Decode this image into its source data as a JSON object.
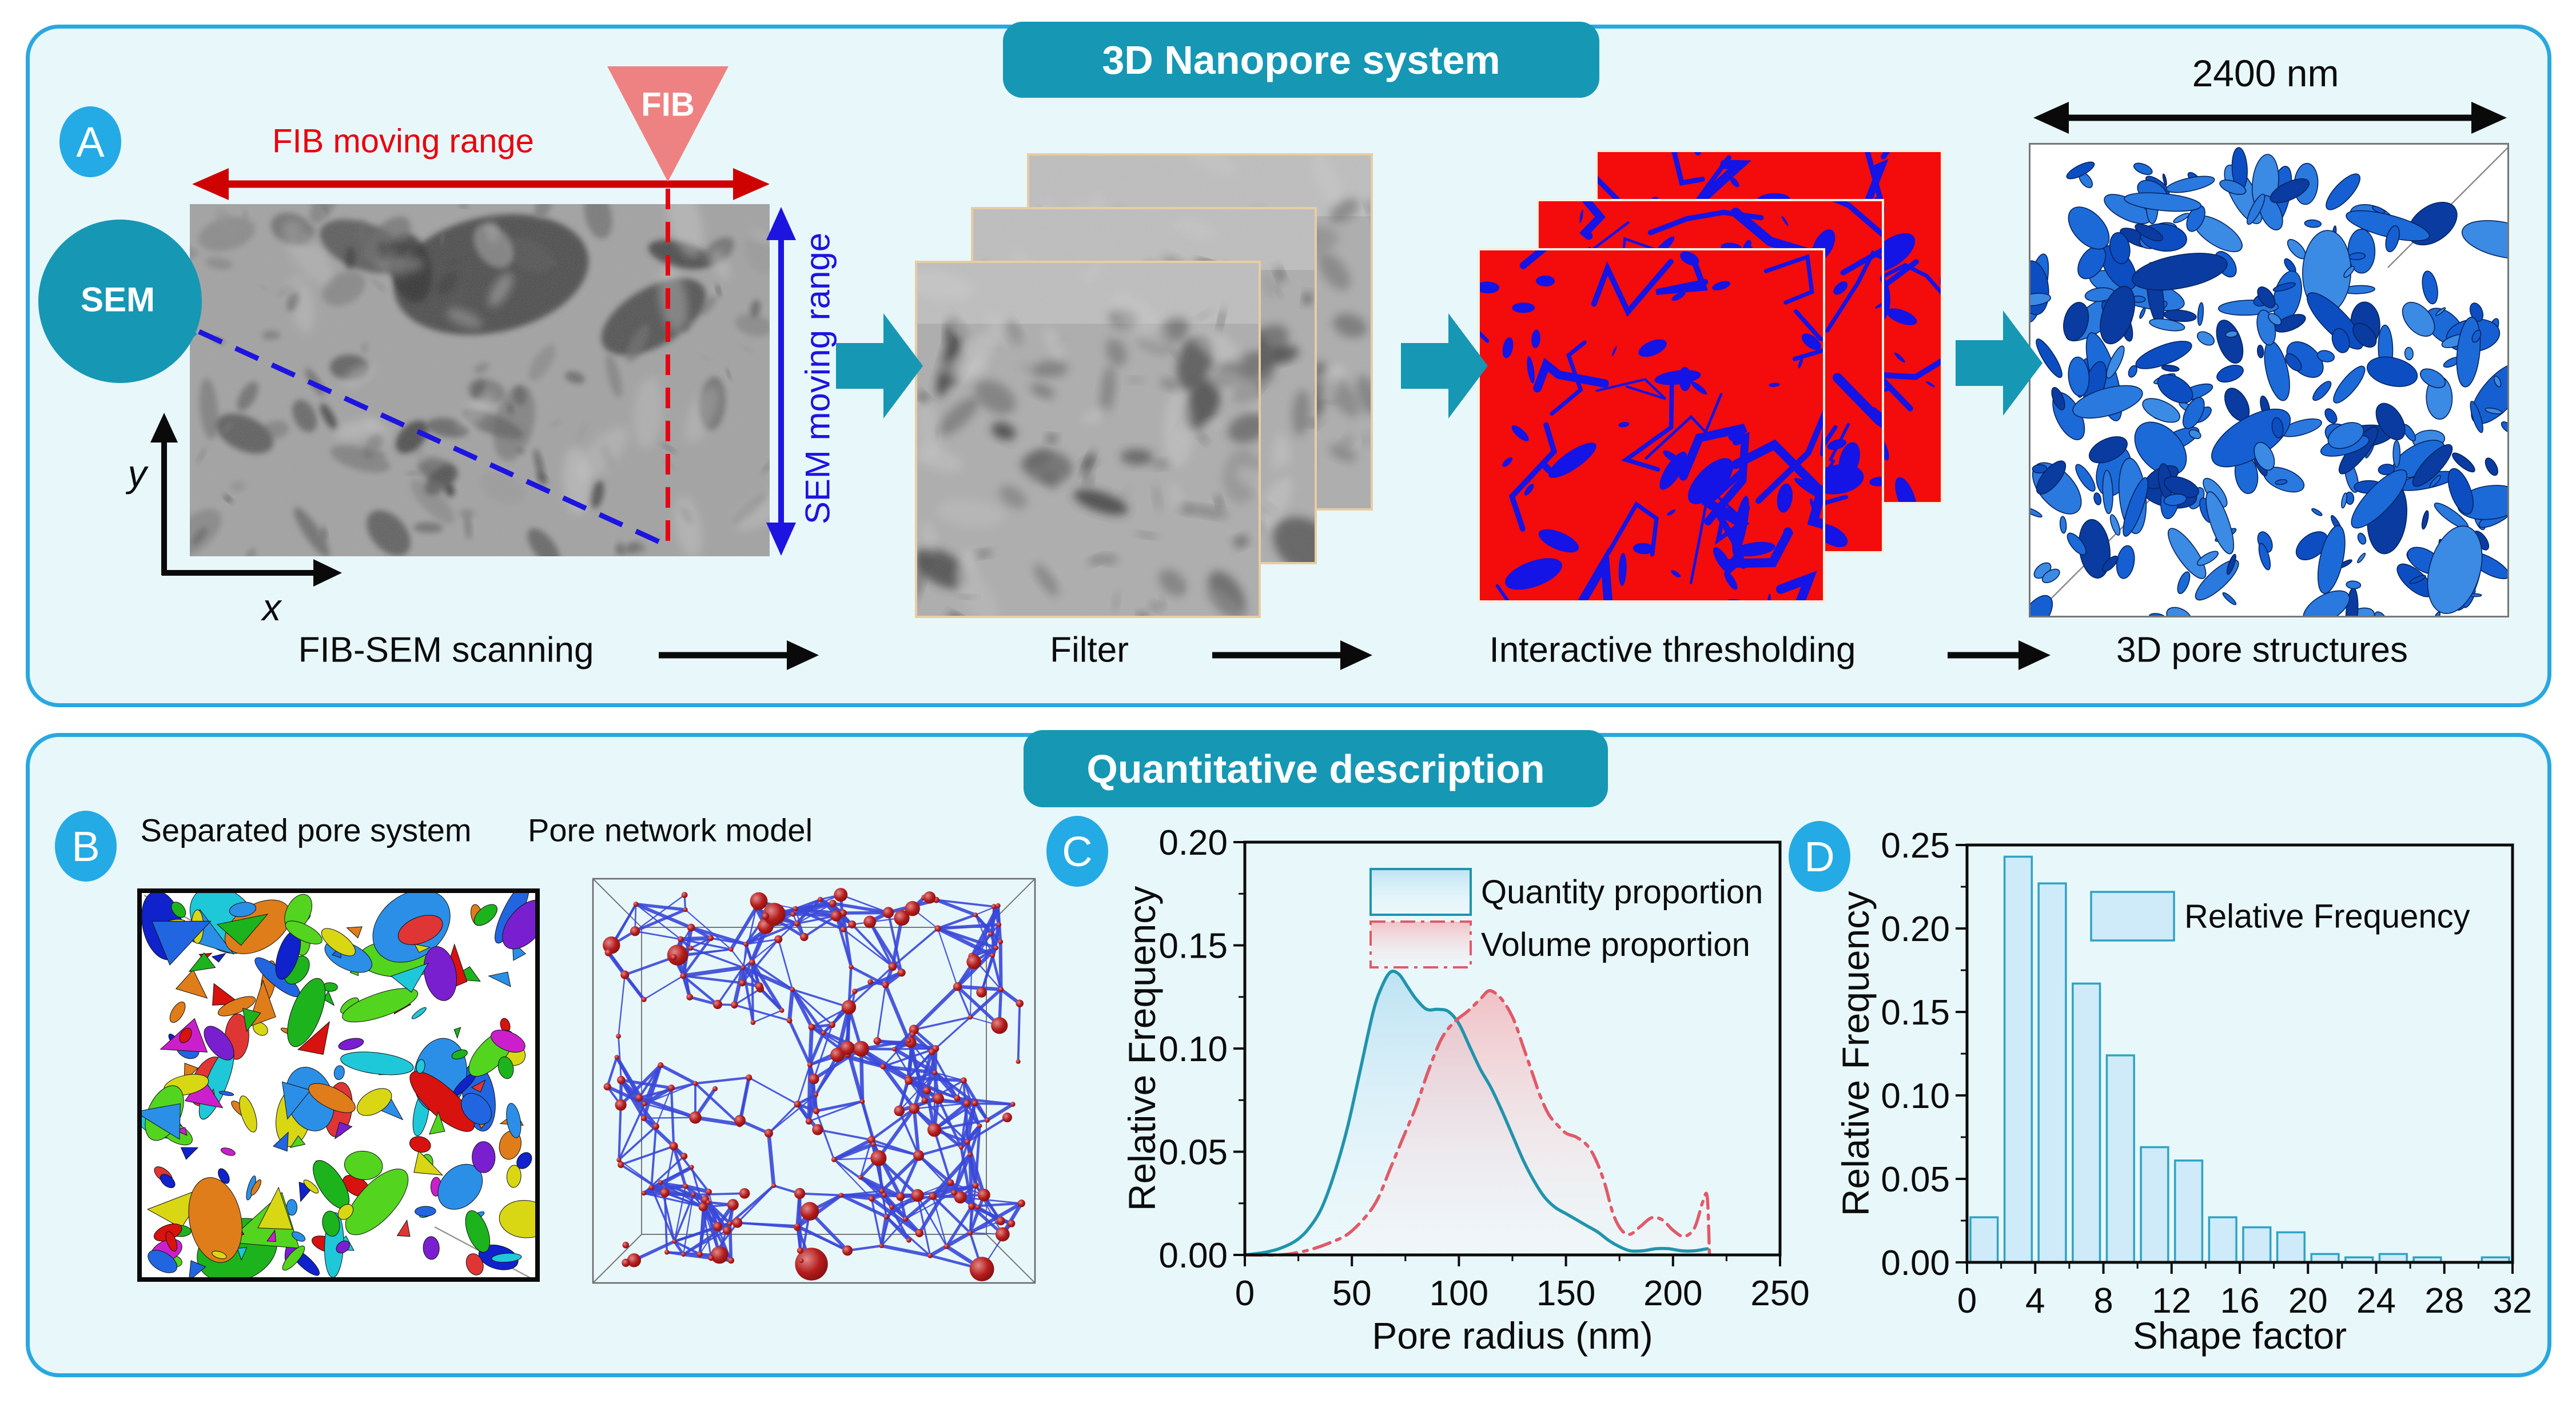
{
  "figure": {
    "panel_a": {
      "badge": "A",
      "title": "3D Nanopore system",
      "fib_range_label": "FIB moving range",
      "fib_label": "FIB",
      "sem_label": "SEM",
      "sem_range_label": "SEM moving range",
      "y_axis": "y",
      "x_axis": "x",
      "scale": "2400 nm",
      "step1": "FIB-SEM scanning",
      "step2": "Filter",
      "step3": "Interactive thresholding",
      "step4": "3D pore structures"
    },
    "panel_b": {
      "title": "Quantitative description",
      "badge_b": "B",
      "badge_c": "C",
      "badge_d": "D",
      "separated_title": "Separated pore system",
      "network_title": "Pore network model"
    }
  },
  "colors": {
    "panel_bg": "#e8f7fa",
    "panel_border": "#29a8e0",
    "banner_teal": "#1697b4",
    "badge_blue": "#24aae4",
    "red": "#e30613",
    "salmon": "#ee8282",
    "blue": "#1d14e0",
    "quantity_line": "#2094ac",
    "volume_line": "#e05a68",
    "bar_fill": "#cfeaf8",
    "bar_edge": "#2fa3c4"
  },
  "chart_data": [
    {
      "id": "pore-radius-distribution",
      "type": "area",
      "xlabel": "Pore radius (nm)",
      "ylabel": "Relative Frequency",
      "xlim": [
        0,
        250
      ],
      "ylim": [
        0,
        0.2
      ],
      "xticks": [
        0,
        50,
        100,
        150,
        200,
        250
      ],
      "yticks": [
        0.0,
        0.05,
        0.1,
        0.15,
        0.2
      ],
      "grid": false,
      "legend_position": "upper center inside",
      "series": [
        {
          "name": "Quantity proportion",
          "style": "solid",
          "color": "#2094ac",
          "fill_top": "#b9e0f2",
          "points": [
            [
              0,
              0
            ],
            [
              8,
              0.001
            ],
            [
              16,
              0.003
            ],
            [
              24,
              0.007
            ],
            [
              30,
              0.013
            ],
            [
              36,
              0.023
            ],
            [
              42,
              0.04
            ],
            [
              48,
              0.062
            ],
            [
              54,
              0.09
            ],
            [
              60,
              0.118
            ],
            [
              64,
              0.13
            ],
            [
              68,
              0.137
            ],
            [
              72,
              0.136
            ],
            [
              76,
              0.13
            ],
            [
              80,
              0.124
            ],
            [
              85,
              0.119
            ],
            [
              90,
              0.119
            ],
            [
              95,
              0.118
            ],
            [
              100,
              0.112
            ],
            [
              105,
              0.101
            ],
            [
              110,
              0.09
            ],
            [
              115,
              0.081
            ],
            [
              120,
              0.07
            ],
            [
              125,
              0.058
            ],
            [
              130,
              0.046
            ],
            [
              135,
              0.036
            ],
            [
              140,
              0.028
            ],
            [
              145,
              0.023
            ],
            [
              150,
              0.02
            ],
            [
              155,
              0.017
            ],
            [
              160,
              0.014
            ],
            [
              165,
              0.011
            ],
            [
              170,
              0.007
            ],
            [
              175,
              0.004
            ],
            [
              180,
              0.002
            ],
            [
              186,
              0.002
            ],
            [
              192,
              0.003
            ],
            [
              198,
              0.003
            ],
            [
              204,
              0.002
            ],
            [
              210,
              0.002
            ],
            [
              216,
              0.003
            ]
          ]
        },
        {
          "name": "Volume proportion",
          "style": "dashdot",
          "color": "#e05a68",
          "fill_top": "#f2b8bd",
          "points": [
            [
              0,
              0
            ],
            [
              16,
              0
            ],
            [
              24,
              0.001
            ],
            [
              32,
              0.003
            ],
            [
              40,
              0.006
            ],
            [
              48,
              0.01
            ],
            [
              56,
              0.018
            ],
            [
              62,
              0.027
            ],
            [
              68,
              0.042
            ],
            [
              74,
              0.057
            ],
            [
              80,
              0.072
            ],
            [
              86,
              0.09
            ],
            [
              92,
              0.105
            ],
            [
              98,
              0.113
            ],
            [
              104,
              0.118
            ],
            [
              110,
              0.124
            ],
            [
              114,
              0.128
            ],
            [
              118,
              0.126
            ],
            [
              122,
              0.121
            ],
            [
              126,
              0.113
            ],
            [
              130,
              0.101
            ],
            [
              134,
              0.089
            ],
            [
              138,
              0.077
            ],
            [
              142,
              0.068
            ],
            [
              146,
              0.063
            ],
            [
              150,
              0.059
            ],
            [
              155,
              0.057
            ],
            [
              160,
              0.053
            ],
            [
              164,
              0.046
            ],
            [
              168,
              0.035
            ],
            [
              172,
              0.02
            ],
            [
              176,
              0.012
            ],
            [
              180,
              0.01
            ],
            [
              185,
              0.014
            ],
            [
              190,
              0.018
            ],
            [
              195,
              0.017
            ],
            [
              200,
              0.012
            ],
            [
              205,
              0.009
            ],
            [
              210,
              0.013
            ],
            [
              214,
              0.026
            ],
            [
              216,
              0.028
            ],
            [
              217,
              0.001
            ]
          ]
        }
      ]
    },
    {
      "id": "shape-factor-distribution",
      "type": "bar",
      "xlabel": "Shape factor",
      "ylabel": "Relative Frequency",
      "xlim": [
        0,
        32
      ],
      "ylim": [
        0,
        0.25
      ],
      "xticks": [
        0,
        4,
        8,
        12,
        16,
        20,
        24,
        28,
        32
      ],
      "yticks": [
        0.0,
        0.05,
        0.1,
        0.15,
        0.2,
        0.25
      ],
      "grid": false,
      "legend": "Relative Frequency",
      "bar_width": 1.6,
      "bar_color": "#cfeaf8",
      "bar_edge": "#2fa3c4",
      "bars": [
        {
          "x": 1,
          "y": 0.027
        },
        {
          "x": 3,
          "y": 0.243
        },
        {
          "x": 5,
          "y": 0.227
        },
        {
          "x": 7,
          "y": 0.167
        },
        {
          "x": 9,
          "y": 0.124
        },
        {
          "x": 11,
          "y": 0.069
        },
        {
          "x": 13,
          "y": 0.061
        },
        {
          "x": 15,
          "y": 0.027
        },
        {
          "x": 17,
          "y": 0.021
        },
        {
          "x": 19,
          "y": 0.018
        },
        {
          "x": 21,
          "y": 0.005
        },
        {
          "x": 23,
          "y": 0.003
        },
        {
          "x": 25,
          "y": 0.005
        },
        {
          "x": 27,
          "y": 0.003
        },
        {
          "x": 31,
          "y": 0.003
        }
      ]
    }
  ]
}
